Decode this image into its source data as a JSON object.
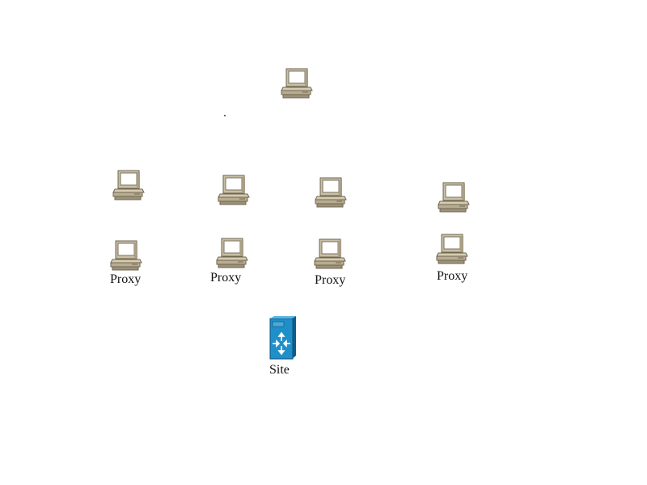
{
  "diagram": {
    "nodes": {
      "top_pc": {
        "icon": "desktop-computer-icon"
      },
      "client_row": [
        {
          "icon": "desktop-computer-icon"
        },
        {
          "icon": "desktop-computer-icon"
        },
        {
          "icon": "desktop-computer-icon"
        },
        {
          "icon": "desktop-computer-icon"
        }
      ],
      "proxies": [
        {
          "icon": "desktop-computer-icon",
          "label": "Proxy"
        },
        {
          "icon": "desktop-computer-icon",
          "label": "Proxy"
        },
        {
          "icon": "desktop-computer-icon",
          "label": "Proxy"
        },
        {
          "icon": "desktop-computer-icon",
          "label": "Proxy"
        }
      ],
      "site": {
        "icon": "server-switch-icon",
        "label": "Site"
      }
    },
    "colors": {
      "pc_body": "#c9bfa6",
      "pc_dark": "#8b8168",
      "pc_screen": "#ffffff",
      "server_blue": "#1f8fc9",
      "server_dark": "#0f5e8c"
    }
  }
}
